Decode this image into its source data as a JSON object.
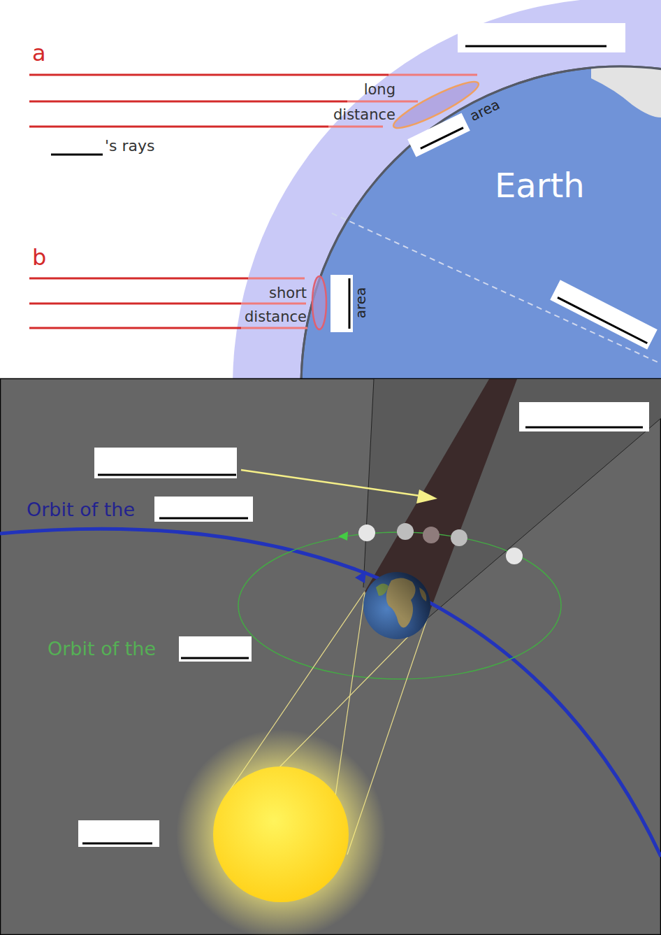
{
  "diagram": {
    "labels": [
      "a",
      "long distance",
      "area",
      "'s rays",
      "Earth",
      "b",
      "short distance",
      "area",
      "Orbit of the",
      "Orbit of the"
    ]
  }
}
